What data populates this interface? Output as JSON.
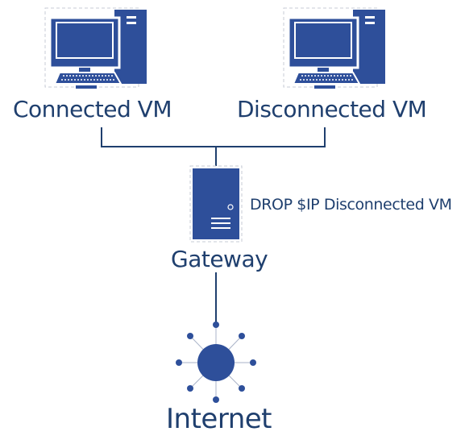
{
  "colors": {
    "primary": "#2e4f9a",
    "line": "#1f3f6e",
    "text": "#1f3f6e",
    "frame": "#c7cbd6",
    "spoke": "#a9b3c8"
  },
  "nodes": {
    "connected_vm": {
      "label": "Connected VM",
      "icon": "computer-icon"
    },
    "disconnected_vm": {
      "label": "Disconnected VM",
      "icon": "computer-icon"
    },
    "gateway": {
      "label": "Gateway",
      "icon": "server-icon",
      "rule": "DROP $IP Disconnected VM"
    },
    "internet": {
      "label": "Internet",
      "icon": "network-hub-icon"
    }
  }
}
